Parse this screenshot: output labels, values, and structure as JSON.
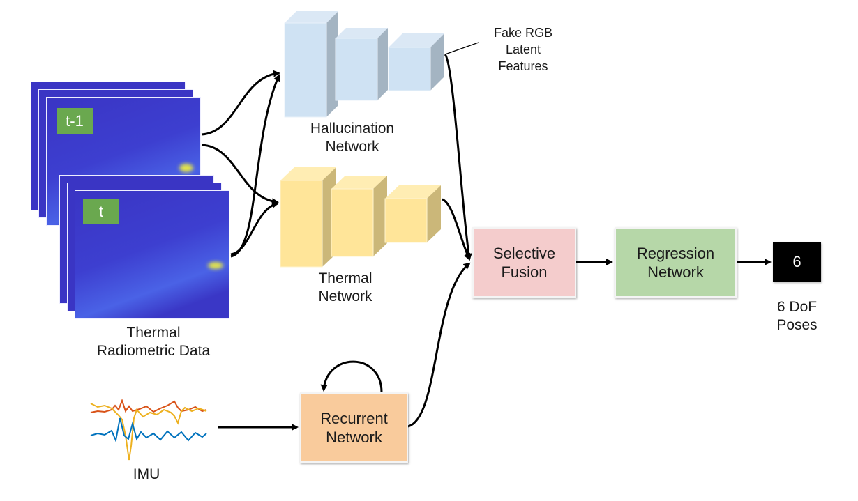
{
  "inputs": {
    "thermal": {
      "frame_tags": [
        "t-1",
        "t"
      ],
      "label_line1": "Thermal",
      "label_line2": "Radiometric Data"
    },
    "imu": {
      "label": "IMU"
    }
  },
  "networks": {
    "hallucination": {
      "line1": "Hallucination",
      "line2": "Network",
      "color": "#cfe2f3",
      "side": "#a4b4c2"
    },
    "thermal": {
      "line1": "Thermal",
      "line2": "Network",
      "color": "#ffe599",
      "side": "#cbb779"
    },
    "recurrent": {
      "line1": "Recurrent",
      "line2": "Network",
      "color": "#f9cb9c"
    },
    "fusion": {
      "line1": "Selective",
      "line2": "Fusion",
      "color": "#f4cccc"
    },
    "regression": {
      "line1": "Regression",
      "line2": "Network",
      "color": "#b6d7a8"
    }
  },
  "annotation": {
    "line1": "Fake RGB",
    "line2": "Latent",
    "line3": "Features"
  },
  "output": {
    "value": "6",
    "label_line1": "6 DoF",
    "label_line2": "Poses"
  }
}
